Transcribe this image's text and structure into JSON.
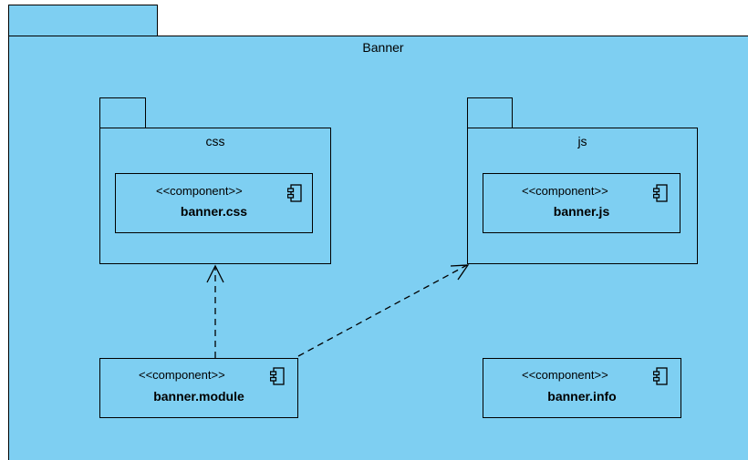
{
  "colors": {
    "package_fill": "#7ecff2",
    "line": "#000000",
    "background": "#ffffff"
  },
  "outer_package": {
    "name": "Banner"
  },
  "packages": [
    {
      "id": "css",
      "name": "css"
    },
    {
      "id": "js",
      "name": "js"
    }
  ],
  "components": [
    {
      "id": "banner-css",
      "stereotype": "<<component>>",
      "name": "banner.css",
      "icon": "component-icon"
    },
    {
      "id": "banner-js",
      "stereotype": "<<component>>",
      "name": "banner.js",
      "icon": "component-icon"
    },
    {
      "id": "banner-module",
      "stereotype": "<<component>>",
      "name": "banner.module",
      "icon": "component-icon"
    },
    {
      "id": "banner-info",
      "stereotype": "<<component>>",
      "name": "banner.info",
      "icon": "component-icon"
    }
  ],
  "dependencies": [
    {
      "from": "banner.module",
      "to": "css",
      "style": "dashed"
    },
    {
      "from": "banner.module",
      "to": "js",
      "style": "dashed"
    }
  ]
}
